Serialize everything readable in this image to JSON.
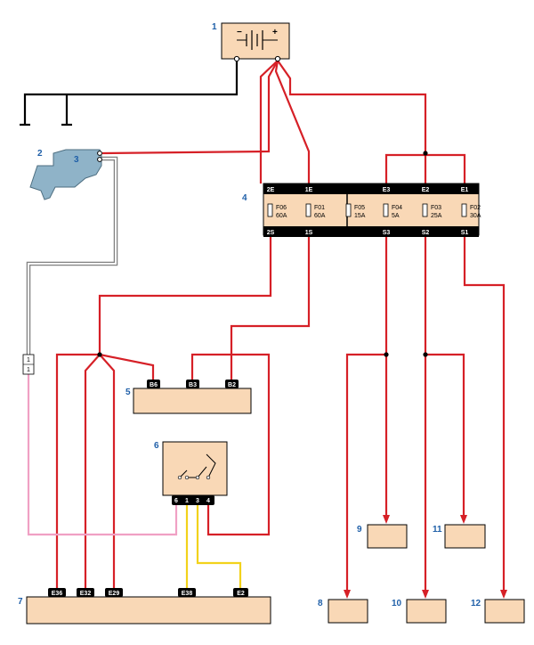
{
  "callouts": [
    "1",
    "2",
    "3",
    "4",
    "5",
    "6",
    "7",
    "8",
    "9",
    "10",
    "11",
    "12"
  ],
  "battery": {
    "minus": "−",
    "plus": "+"
  },
  "fusebox": {
    "top_pins": [
      "2E",
      "1E",
      "E3",
      "E2",
      "E1"
    ],
    "bottom_pins": [
      "2S",
      "1S",
      "S3",
      "S2",
      "S1"
    ],
    "fuses": [
      {
        "name": "F06",
        "rating": "60A"
      },
      {
        "name": "F01",
        "rating": "60A"
      },
      {
        "name": "F05",
        "rating": "15A"
      },
      {
        "name": "F04",
        "rating": "5A"
      },
      {
        "name": "F03",
        "rating": "25A"
      },
      {
        "name": "F02",
        "rating": "30A"
      }
    ]
  },
  "connector_module5": [
    "B6",
    "B3",
    "B2"
  ],
  "switch6_pins": [
    "6",
    "1",
    "3",
    "4"
  ],
  "ecu7_pins": [
    "E36",
    "E32",
    "E29",
    "E38",
    "E2"
  ],
  "inline_connector": [
    "1",
    "1"
  ],
  "colors": {
    "power": "#d62027",
    "signal": "#f2d21b",
    "ground_sense": "#f0a0c4",
    "ground": "#000000",
    "component": "#f9d8b6",
    "starter": "#8fb3c8",
    "callout": "#1f5fa8"
  }
}
